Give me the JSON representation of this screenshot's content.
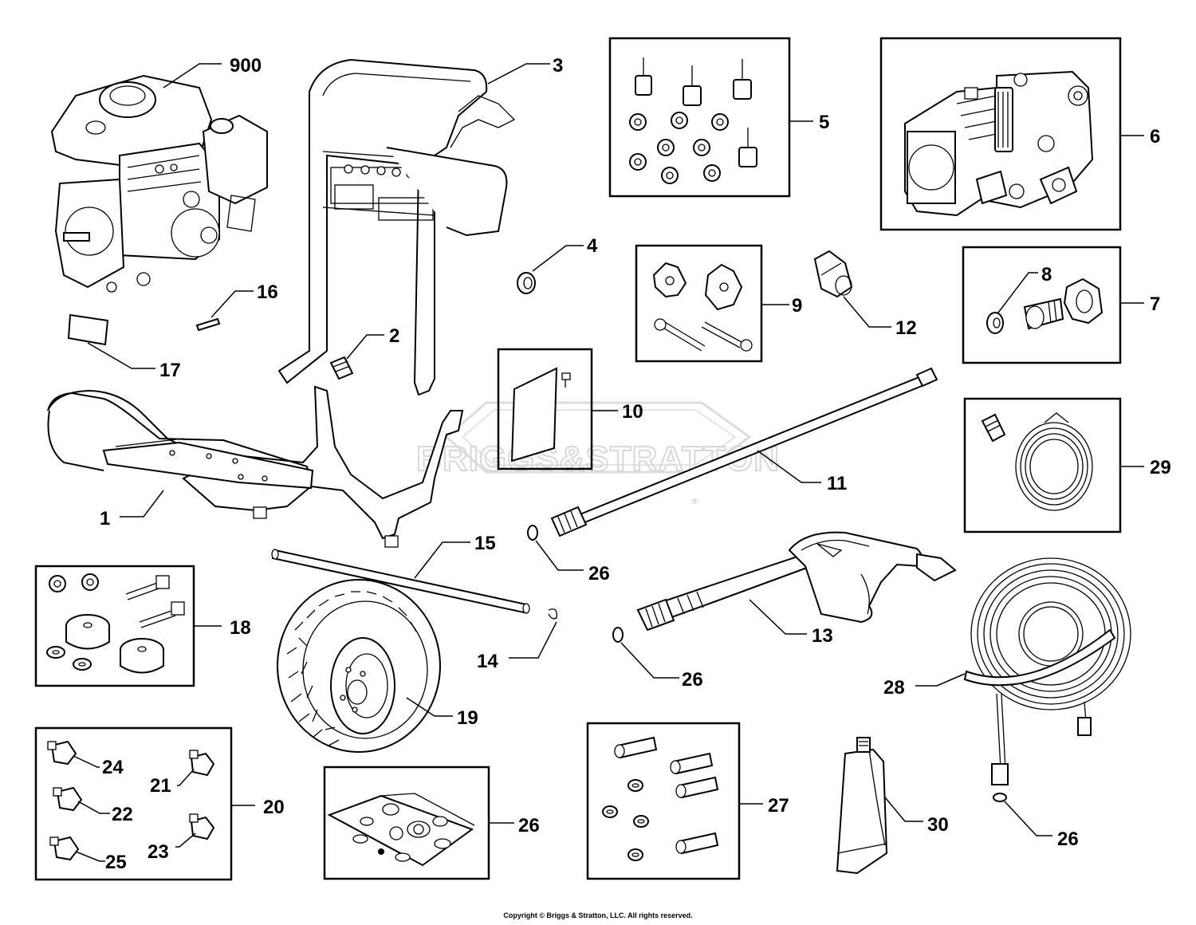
{
  "watermark": {
    "text": "BRIGGS&STRATTON",
    "mark": "®"
  },
  "copyright": "Copyright © Briggs & Stratton, LLC. All rights reserved.",
  "callouts": {
    "c900": "900",
    "c3": "3",
    "c5": "5",
    "c6": "6",
    "c4": "4",
    "c9": "9",
    "c12": "12",
    "c8": "8",
    "c7": "7",
    "c16": "16",
    "c2": "2",
    "c17": "17",
    "c10": "10",
    "c11": "11",
    "c29": "29",
    "c1": "1",
    "c15": "15",
    "c26a": "26",
    "c18": "18",
    "c14": "14",
    "c13": "13",
    "c26b": "26",
    "c28": "28",
    "c19": "19",
    "c24": "24",
    "c21": "21",
    "c22": "22",
    "c20": "20",
    "c23": "23",
    "c25": "25",
    "c26c": "26",
    "c27": "27",
    "c30": "30",
    "c26d": "26"
  }
}
